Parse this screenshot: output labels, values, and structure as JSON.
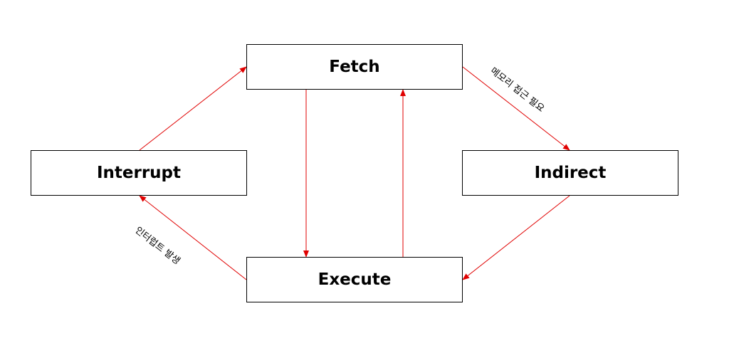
{
  "nodes": {
    "fetch": "Fetch",
    "interrupt": "Interrupt",
    "indirect": "Indirect",
    "execute": "Execute"
  },
  "edge_labels": {
    "memory_access": "메모리 접근 필요",
    "interrupt_occurs": "인터럽트 발생"
  },
  "colors": {
    "arrow": "#e00000",
    "box_border": "#000000",
    "text": "#000000"
  }
}
